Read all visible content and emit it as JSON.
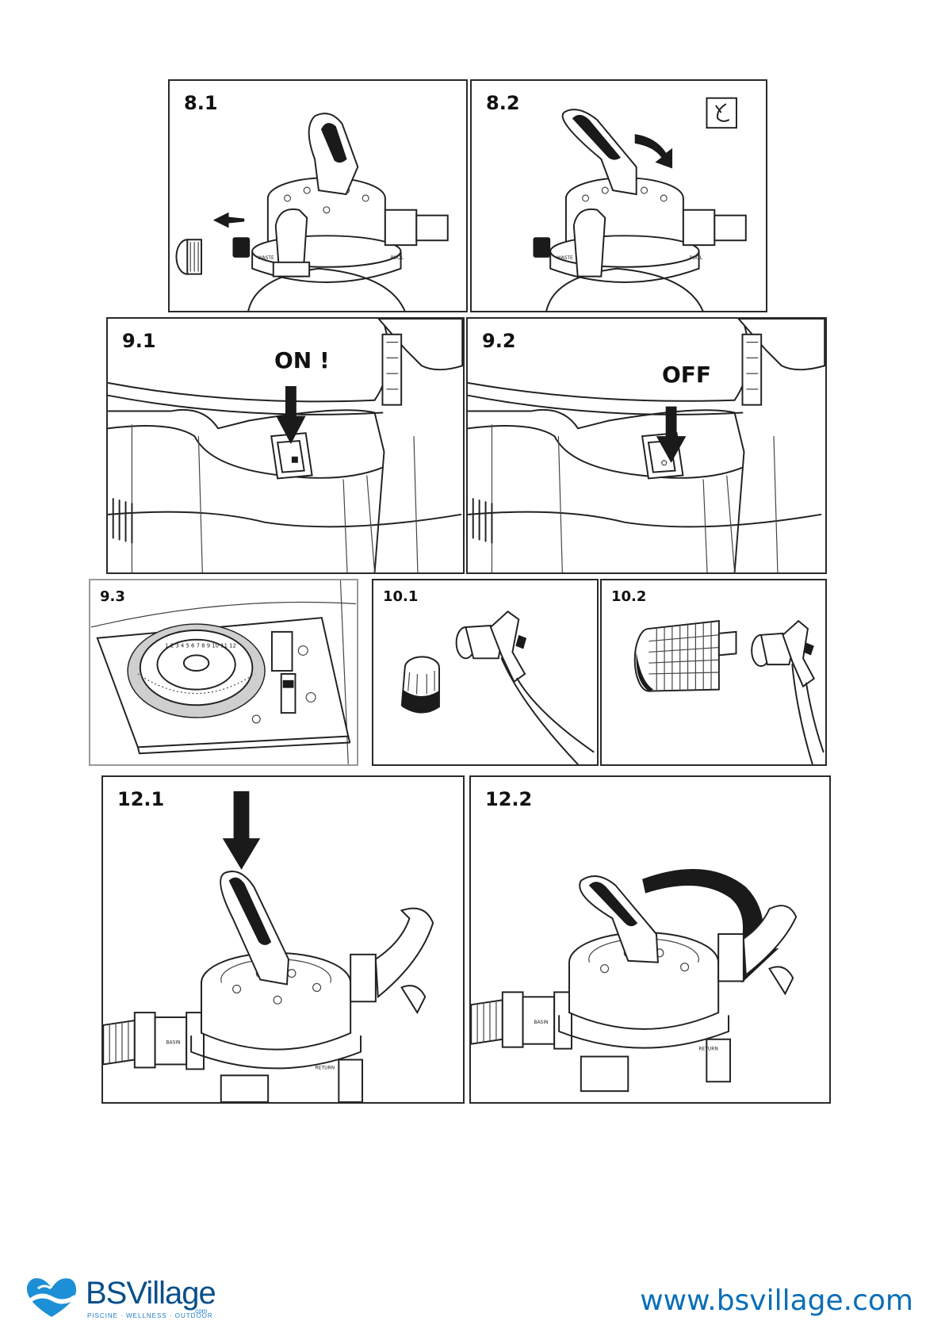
{
  "panels": {
    "p81": "8.1",
    "p82": "8.2",
    "p91": "9.1",
    "p92": "9.2",
    "p93": "9.3",
    "p101": "10.1",
    "p102": "10.2",
    "p121": "12.1",
    "p122": "12.2"
  },
  "callouts": {
    "on": "ON !",
    "off": "OFF"
  },
  "valve_labels": {
    "waste": "WASTE",
    "pool": "POOL",
    "basin": "BASIN",
    "return": "RETURN"
  },
  "timer_numbers": "1 2 3 4 5 6 7 8 9 10 11 12",
  "footer": {
    "brand": "BSVillage",
    "tagline": "PISCINE · WELLNESS · OUTDOOR",
    "brand_domain": ".com",
    "website": "www.bsvillage.com"
  },
  "colors": {
    "brand_blue": "#0a6fb8",
    "brand_dark": "#0a4f8a"
  }
}
